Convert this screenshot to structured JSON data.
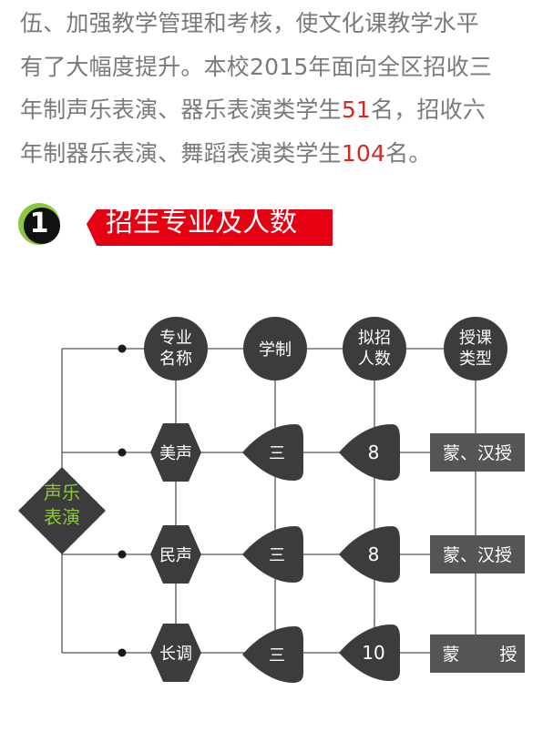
{
  "intro": {
    "line1": "伍、加强教学管理和考核，使文化课教学水平",
    "line2": "有了大幅度提升。本校2015年面向全区招收三",
    "line3_a": "年制声乐表演、器乐表演类学生",
    "line3_num": "51",
    "line3_b": "名，招收六",
    "line4_a": "年制器乐表演、舞蹈表演类学生",
    "line4_num": "104",
    "line4_b": "名。"
  },
  "section": {
    "number": "1",
    "title": "招生专业及人数"
  },
  "diagram": {
    "category": [
      "声乐",
      "表演"
    ],
    "headers": {
      "major": [
        "专业",
        "名称"
      ],
      "system": [
        "学制"
      ],
      "count": [
        "拟招",
        "人数"
      ],
      "teaching": [
        "授课",
        "类型"
      ]
    },
    "rows": [
      {
        "major": "美声",
        "system": "三",
        "count": "8",
        "teaching": "蒙、汉授"
      },
      {
        "major": "民声",
        "system": "三",
        "count": "8",
        "teaching": "蒙、汉授"
      },
      {
        "major": "长调",
        "system": "三",
        "count": "10",
        "teaching_a": "蒙",
        "teaching_b": "授"
      }
    ],
    "colors": {
      "dark": "#3c3c3c",
      "green": "#8dc63f",
      "red": "#e60012",
      "line": "#555555"
    }
  }
}
